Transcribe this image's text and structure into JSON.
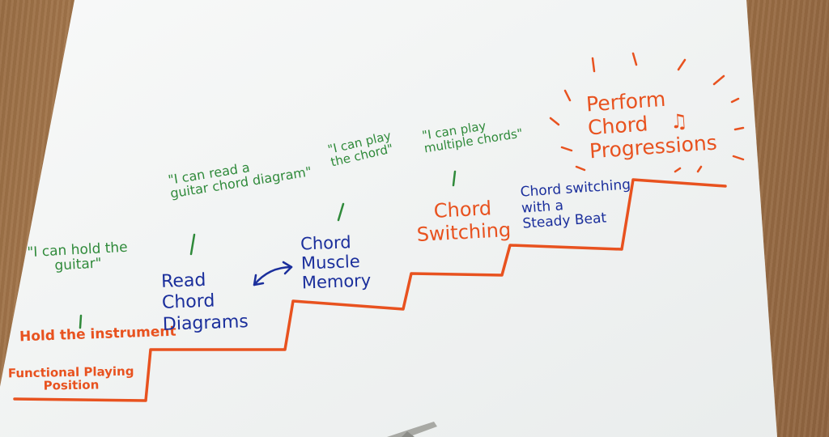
{
  "colors": {
    "orange": "#e8521f",
    "blue": "#1b2f9c",
    "green": "#2f8a3a",
    "paper": "#f4f6f5"
  },
  "poster": {
    "quotes": {
      "hold": "\"I can hold the\nguitar\"",
      "read": "\"I can read a\nguitar chord diagram\"",
      "play": "\"I can play\nthe chord\"",
      "multiple": "\"I can play\nmultiple chords\""
    },
    "steps": {
      "hold_instrument": "Hold the instrument",
      "functional_position": "Functional Playing\nPosition",
      "read_diagrams": "Read\nChord\nDiagrams",
      "muscle_memory": "Chord\nMuscle\nMemory",
      "chord_switching": "Chord\nSwitching",
      "steady_beat": "Chord switching\nwith a\nSteady Beat",
      "perform": "Perform\nChord\nProgressions"
    },
    "music_note_glyph": "♫",
    "arrow_icon": "double-arrow-icon",
    "key_icon": "key-icon"
  }
}
